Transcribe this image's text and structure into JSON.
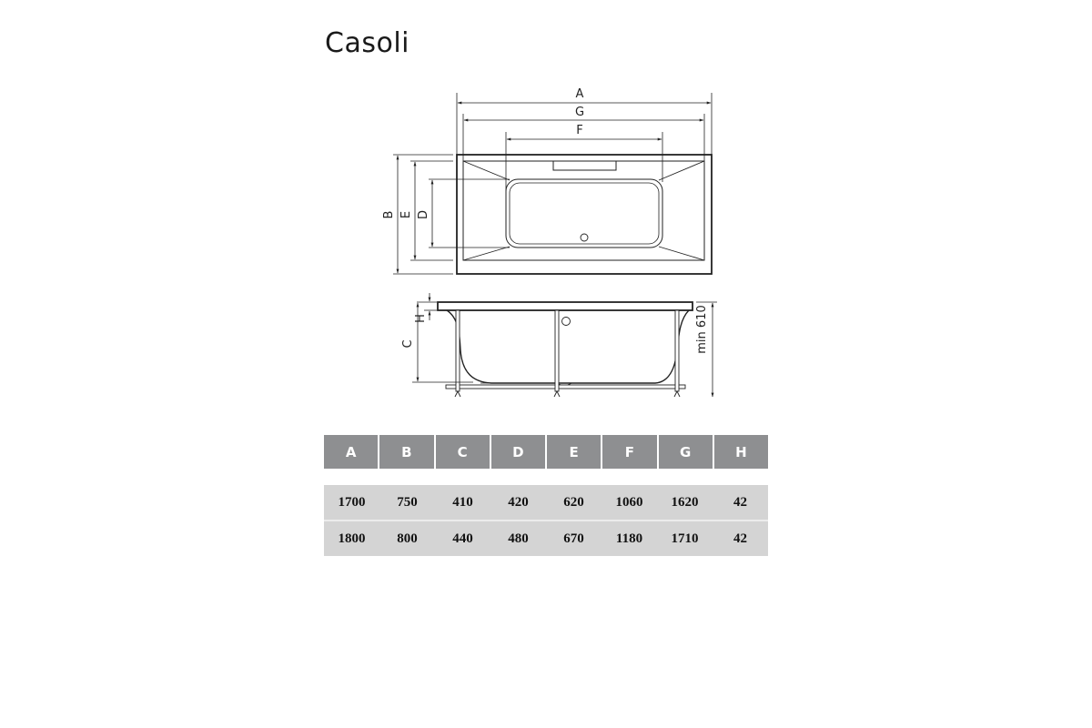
{
  "title": "Casoli",
  "top_view": {
    "labels": {
      "A": "A",
      "G": "G",
      "F": "F",
      "B": "B",
      "E": "E",
      "D": "D"
    }
  },
  "side_view": {
    "labels": {
      "H": "H",
      "C": "C",
      "min_height": "min 610"
    }
  },
  "table": {
    "headers": [
      "A",
      "B",
      "C",
      "D",
      "E",
      "F",
      "G",
      "H"
    ],
    "rows": [
      [
        "1700",
        "750",
        "410",
        "420",
        "620",
        "1060",
        "1620",
        "42"
      ],
      [
        "1800",
        "800",
        "440",
        "480",
        "670",
        "1180",
        "1710",
        "42"
      ]
    ]
  },
  "colors": {
    "header_bg": "#8e8f91",
    "row_bg": "#d4d4d4",
    "line": "#222222"
  }
}
